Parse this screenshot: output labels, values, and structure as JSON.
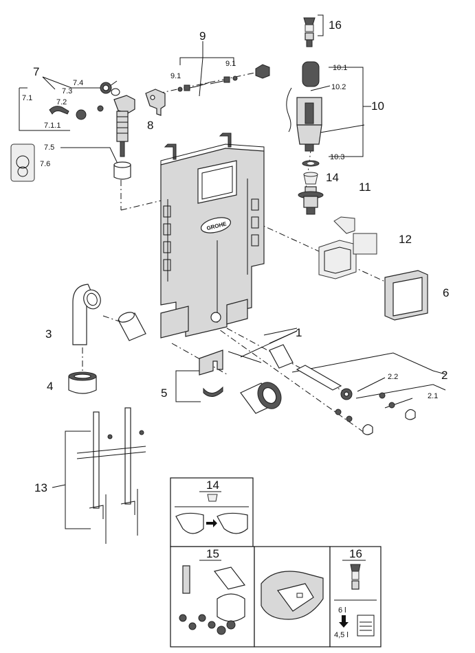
{
  "labels": {
    "l1": "1",
    "l2": "2",
    "l2_1": "2.1",
    "l2_2": "2.2",
    "l3": "3",
    "l4": "4",
    "l5": "5",
    "l6": "6",
    "l7": "7",
    "l7_1": "7.1",
    "l7_1_1": "7.1.1",
    "l7_2": "7.2",
    "l7_3": "7.3",
    "l7_4": "7.4",
    "l7_5": "7.5",
    "l7_6": "7.6",
    "l8": "8",
    "l9": "9",
    "l9_1a": "9.1",
    "l9_1b": "9.1",
    "l10": "10",
    "l10_1": "10.1",
    "l10_2": "10.2",
    "l10_3": "10.3",
    "l11": "11",
    "l12": "12",
    "l13": "13",
    "l14": "14",
    "l16": "16"
  },
  "inset": {
    "box14_label": "14",
    "box15_label": "15",
    "box16_label": "16",
    "level_top": "6 l",
    "level_bottom": "4,5 l"
  },
  "frame_logo": "GROHE",
  "colors": {
    "line": "#111111",
    "part_fill": "#d8d8d8",
    "dark_fill": "#555555"
  }
}
